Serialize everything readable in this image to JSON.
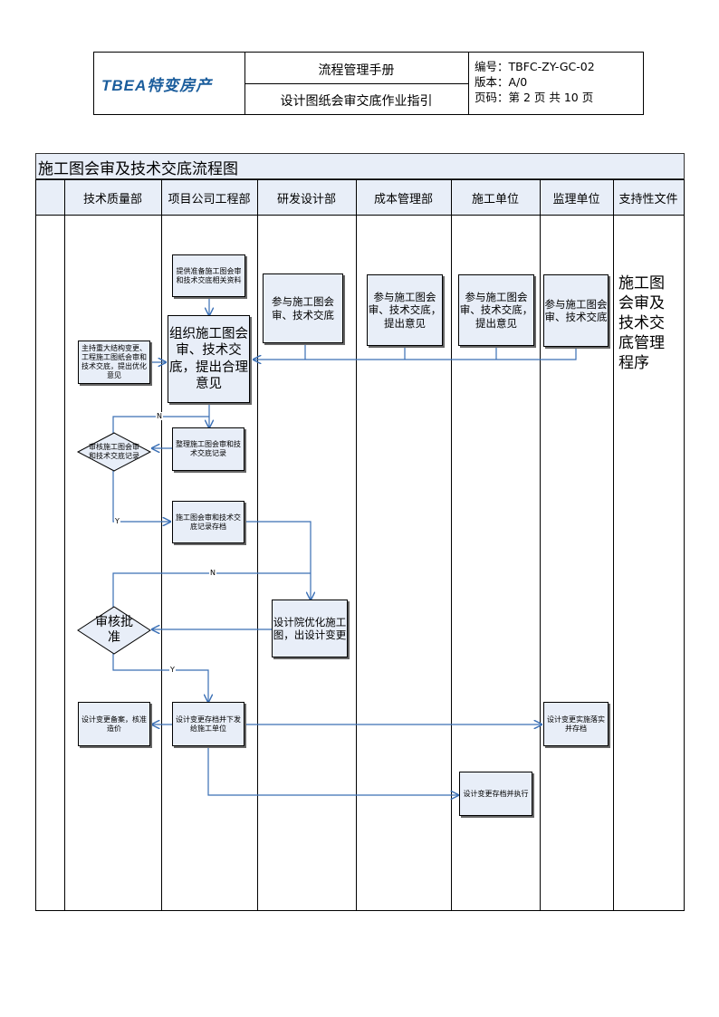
{
  "header": {
    "logo_text": "TBEA特变房产",
    "manual_title": "流程管理手册",
    "doc_title": "设计图纸会审交底作业指引",
    "code": "编号：TBFC-ZY-GC-02",
    "version": "版本：A/0",
    "page": "页码：第 2 页 共 10 页"
  },
  "flow": {
    "title": "施工图会审及技术交底流程图",
    "lanes": [
      "技术质量部",
      "项目公司工程部",
      "研发设计部",
      "成本管理部",
      "施工单位",
      "监理单位",
      "支持性文件"
    ],
    "steps": {
      "prepare": "提供准备施工图会审和技术交底相关资料",
      "organize": "组织施工图会审、技术交底，提出合理意见",
      "rd_participate": "参与施工图会审、技术交底",
      "cost_participate": "参与施工图会审、技术交底，提出意见",
      "construct_participate": "参与施工图会审、技术交底，提出意见",
      "supervise_participate": "参与施工图会审、技术交底",
      "quality_host": "主持重大结构变更、工程施工图纸会审和技术交底，提出优化意见",
      "review_record": "审核施工图会审和技术交底记录",
      "compile_record": "整理施工图会审和技术交底记录",
      "archive_record": "施工图会审和技术交底记录存档",
      "design_optimize": "设计院优化施工图，出设计变更",
      "approve": "审核批准",
      "change_file": "设计变更备案，核准造价",
      "change_archive_issue": "设计变更存档并下发给施工单位",
      "change_implement": "设计变更实施落实并存档",
      "change_execute": "设计变更存档并执行"
    },
    "support_doc": "施工图会审及技术交底管理程序",
    "labels": {
      "n1": "N",
      "y1": "Y",
      "n2": "N",
      "y2": "Y"
    }
  }
}
